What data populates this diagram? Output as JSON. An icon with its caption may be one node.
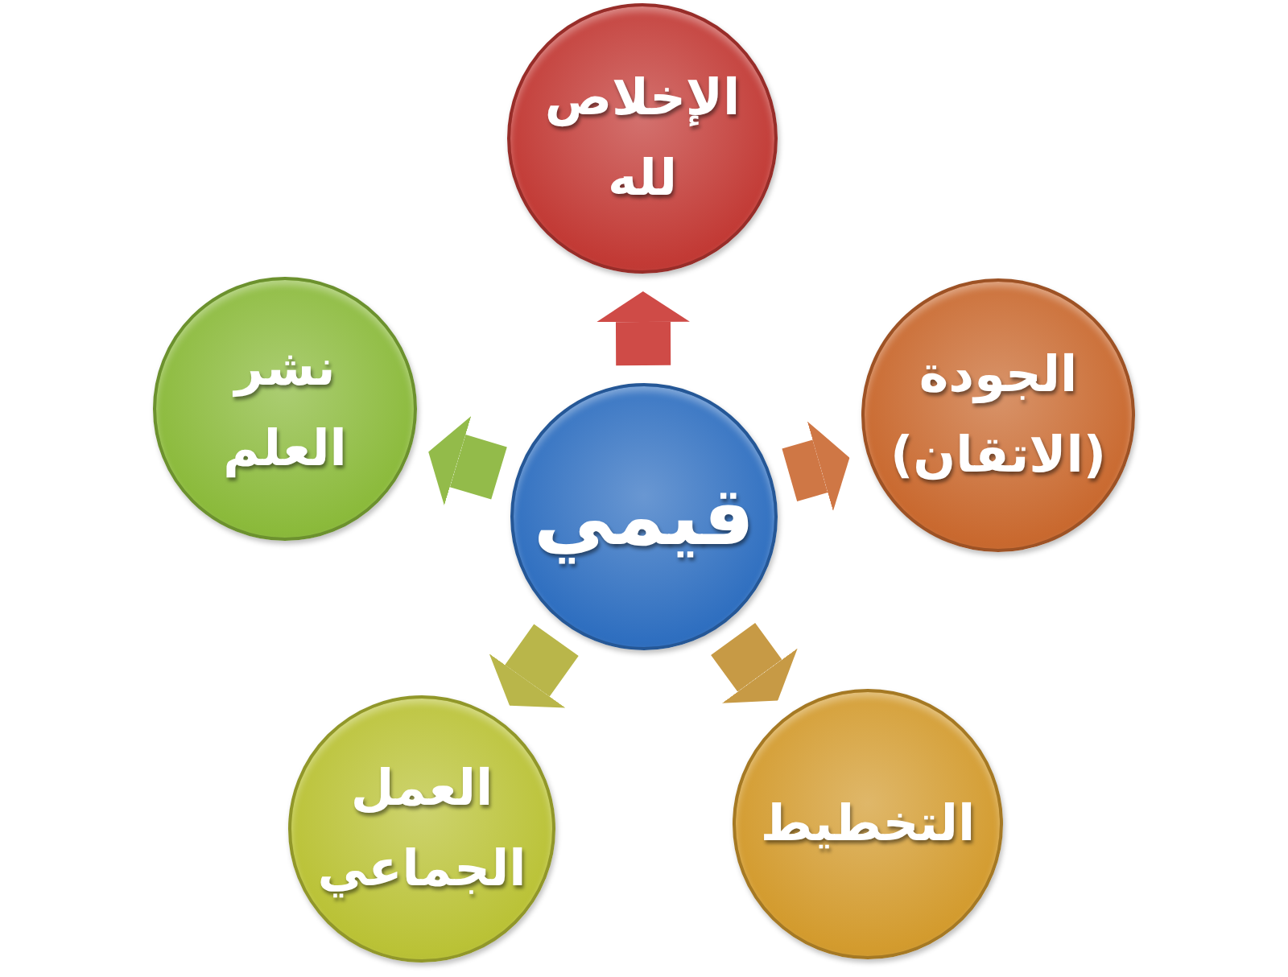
{
  "diagram": {
    "nodes": [
      {
        "text": [
          "قيمي"
        ]
      },
      {
        "text": [
          "الإخلاص لله"
        ]
      },
      {
        "text": [
          "الجودة (الاتقان)"
        ]
      },
      {
        "text": [
          "التخطيط"
        ]
      },
      {
        "text": [
          "العمل الجماعي"
        ]
      },
      {
        "text": [
          "نشر العلم"
        ]
      }
    ],
    "edges": [
      {
        "from": 0,
        "to": 1,
        "arrow": "to",
        "color": "#cf4b47"
      },
      {
        "from": 0,
        "to": 2,
        "arrow": "to",
        "color": "#cf7745"
      },
      {
        "from": 0,
        "to": 3,
        "arrow": "to",
        "color": "#c79a45"
      },
      {
        "from": 0,
        "to": 4,
        "arrow": "to",
        "color": "#b9b64a"
      },
      {
        "from": 0,
        "to": 5,
        "arrow": "to",
        "color": "#93bb4a"
      }
    ]
  }
}
